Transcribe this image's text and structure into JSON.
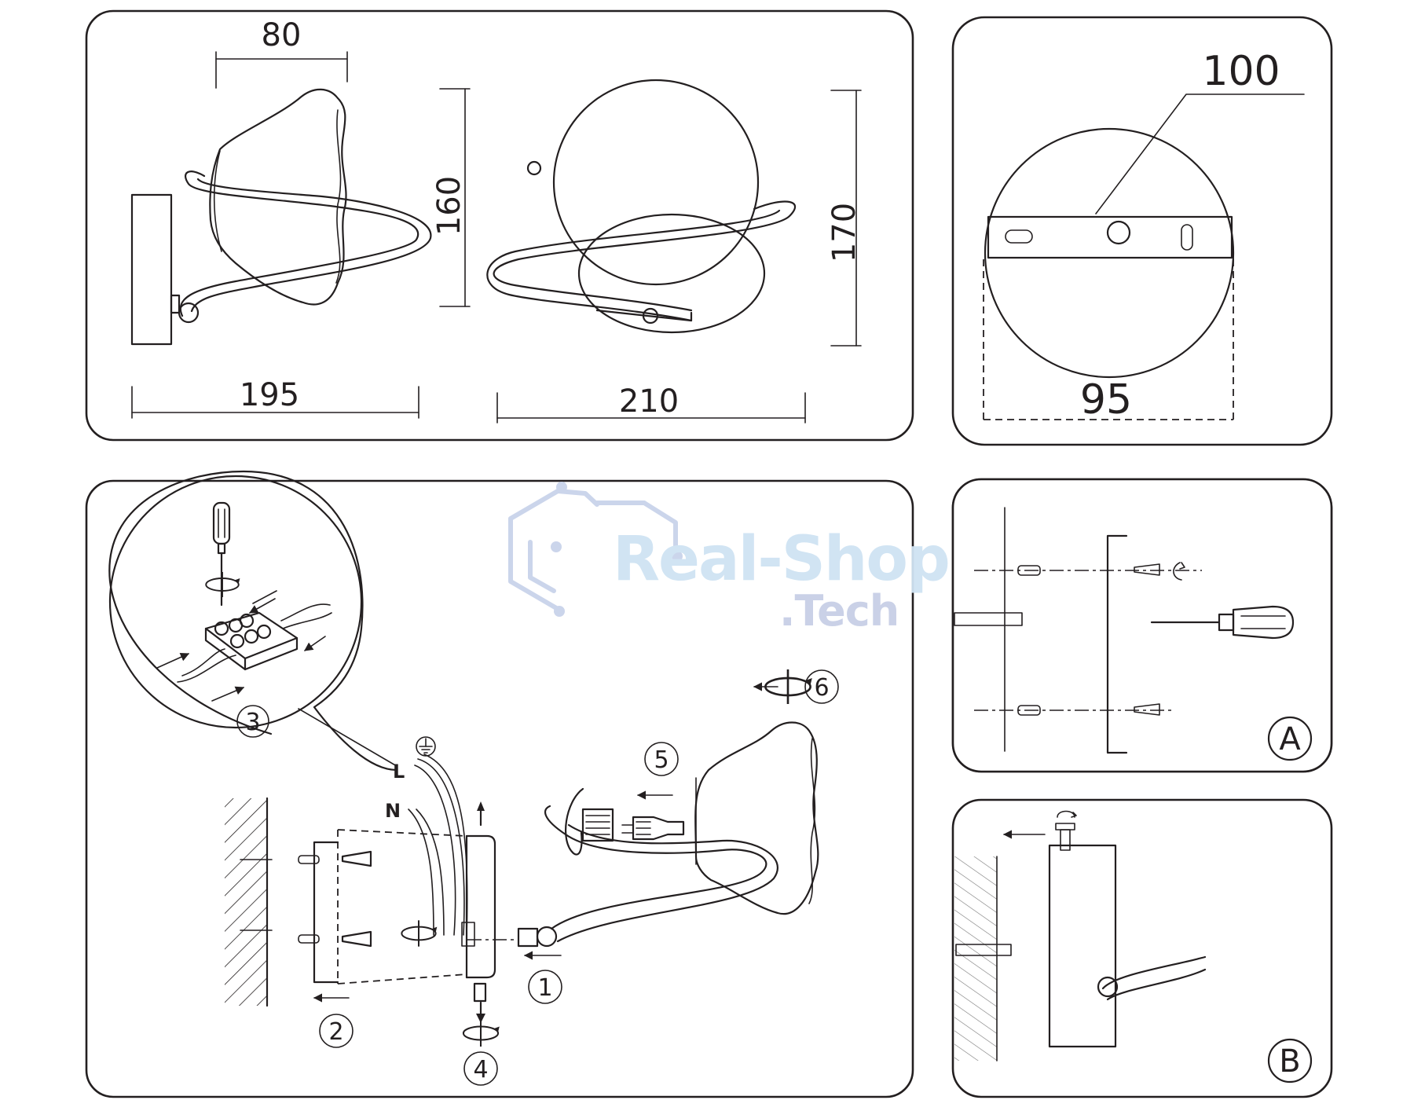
{
  "dimensions": {
    "side_top_width": "80",
    "side_height": "160",
    "side_depth": "195",
    "front_width": "210",
    "front_height": "170",
    "plate_diameter": "100",
    "plate_mount_width": "95"
  },
  "steps": [
    "1",
    "2",
    "3",
    "4",
    "5",
    "6"
  ],
  "wire_labels": {
    "live": "L",
    "neutral": "N"
  },
  "detail_labels": {
    "a": "A",
    "b": "B"
  },
  "watermark": {
    "line1": "Real-Shop",
    "line2": ".Tech"
  },
  "icons": [
    "ground-icon",
    "screwdriver-icon",
    "rotate-icon",
    "arrow-icon",
    "screw-icon",
    "bulb-icon"
  ],
  "colors": {
    "line": "#231f20",
    "watermark_blue": "#cfe3f3",
    "watermark_violet": "#c8cfe6"
  }
}
